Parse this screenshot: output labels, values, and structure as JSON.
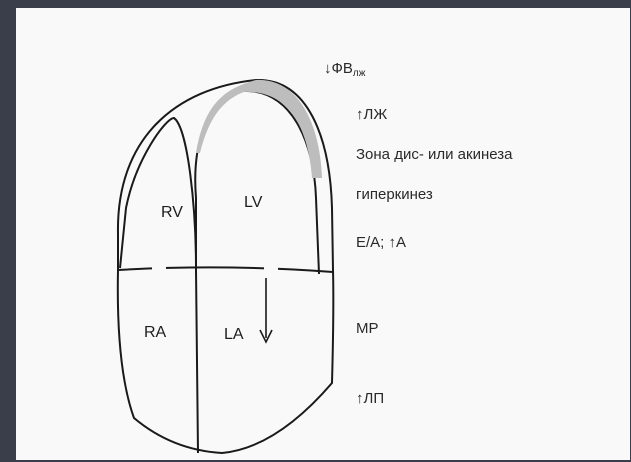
{
  "colors": {
    "page_background": "#3a3d4a",
    "figure_background": "#f9f9f9",
    "shaded_zone": "#bdbdbd",
    "outline": "#1a1a1a"
  },
  "chambers": {
    "rv": "RV",
    "lv": "LV",
    "ra": "RA",
    "la": "LA"
  },
  "labels": {
    "efv_arrow": "↓ФВ",
    "efv_sub": "лж",
    "lzh": "↑ЛЖ",
    "zone": "Зона дис- или акинеза",
    "hyperkinesis": "гиперкинез",
    "ea": "E/A; ↑A",
    "mp": "МР",
    "lp": "↑ЛП"
  }
}
